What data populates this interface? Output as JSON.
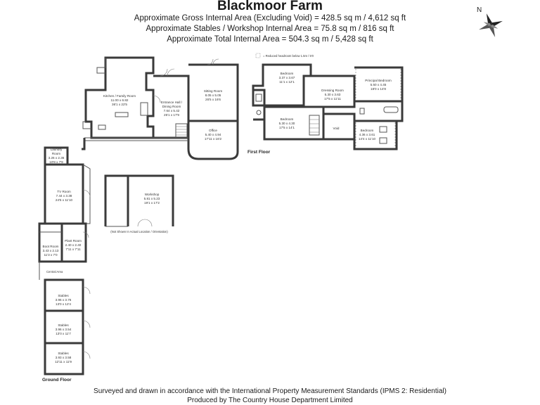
{
  "header": {
    "title": "Blackmoor Farm",
    "line1": "Approximate Gross Internal Area (Excluding Void) = 428.5 sq m / 4,612 sq ft",
    "line2": "Approximate Stables / Workshop Internal Area = 75.8 sq m / 816 sq ft",
    "line3": "Approximate Total Internal Area = 504.3 sq m / 5,428 sq ft"
  },
  "compass": {
    "label": "N"
  },
  "floors": {
    "ground": "Ground Floor",
    "first": "First Floor"
  },
  "rooms": {
    "kitchen": {
      "name": "Kitchen / Family Room",
      "dims": "11.00 x 6.82",
      "imp": "36'1 x 22'5"
    },
    "entrance": {
      "name": "Entrance Hall /",
      "name2": "Dining Room",
      "dims": "7.64 x 5.42",
      "imp": "25'1 x 17'9"
    },
    "sitting": {
      "name": "Sitting Room",
      "dims": "8.05 x 5.05",
      "imp": "26'5 x 16'6"
    },
    "office": {
      "name": "Office",
      "dims": "5.40 x 4.94",
      "imp": "17'11 x 16'2"
    },
    "laundry": {
      "name": "Laundry",
      "name2": "Room",
      "dims": "3.26 x 2.36",
      "imp": "10'8 x 7'9"
    },
    "tvroom": {
      "name": "TV Room",
      "dims": "7.44 x 3.38",
      "imp": "24'5 x 11'10"
    },
    "bootroom": {
      "name": "Boot Room",
      "dims": "3.43 x 2.13",
      "imp": "11'3 x 7'0"
    },
    "plantroom": {
      "name": "Plant Room",
      "dims": "2.40 x 2.40",
      "imp": "7'11 x 7'11"
    },
    "stables1": {
      "name": "Stables",
      "dims": "3.96 x 3.76",
      "imp": "13'0 x 12'4"
    },
    "stables2": {
      "name": "Stables",
      "dims": "3.96 x 3.54",
      "imp": "13'0 x 11'7"
    },
    "stables3": {
      "name": "Stables",
      "dims": "3.93 x 3.58",
      "imp": "12'11 x 11'9"
    },
    "workshop": {
      "name": "Workshop",
      "dims": "5.81 x 5.23",
      "imp": "19'1 x 17'2"
    },
    "bedroom1": {
      "name": "Bedroom",
      "dims": "3.37 x 3.67",
      "imp": "11'1 x 12'1"
    },
    "dressing": {
      "name": "Dressing Room",
      "dims": "5.30 x 3.63",
      "imp": "17'5 x 11'11"
    },
    "principal": {
      "name": "Principal Bedroom",
      "dims": "5.50 x 4.45",
      "imp": "18'0 x 14'8"
    },
    "bedroom2": {
      "name": "Bedroom",
      "dims": "5.30 x 4.30",
      "imp": "17'5 x 14'1"
    },
    "bedroom3": {
      "name": "Bedroom",
      "dims": "4.36 x 3.61",
      "imp": "14'4 x 11'10"
    },
    "void": {
      "name": "Void"
    }
  },
  "labels": {
    "central_area": "Central Area",
    "not_shown": "(Not Shown In Actual Location / Orientation)",
    "reduced_headroom": "= Reduced headroom below 1.5m / 5'0"
  },
  "footer": {
    "line1": "Surveyed and drawn in accordance with the International Property Measurement Standards (IPMS 2: Residential)",
    "line2": "Produced by The Country House Department Limited"
  }
}
